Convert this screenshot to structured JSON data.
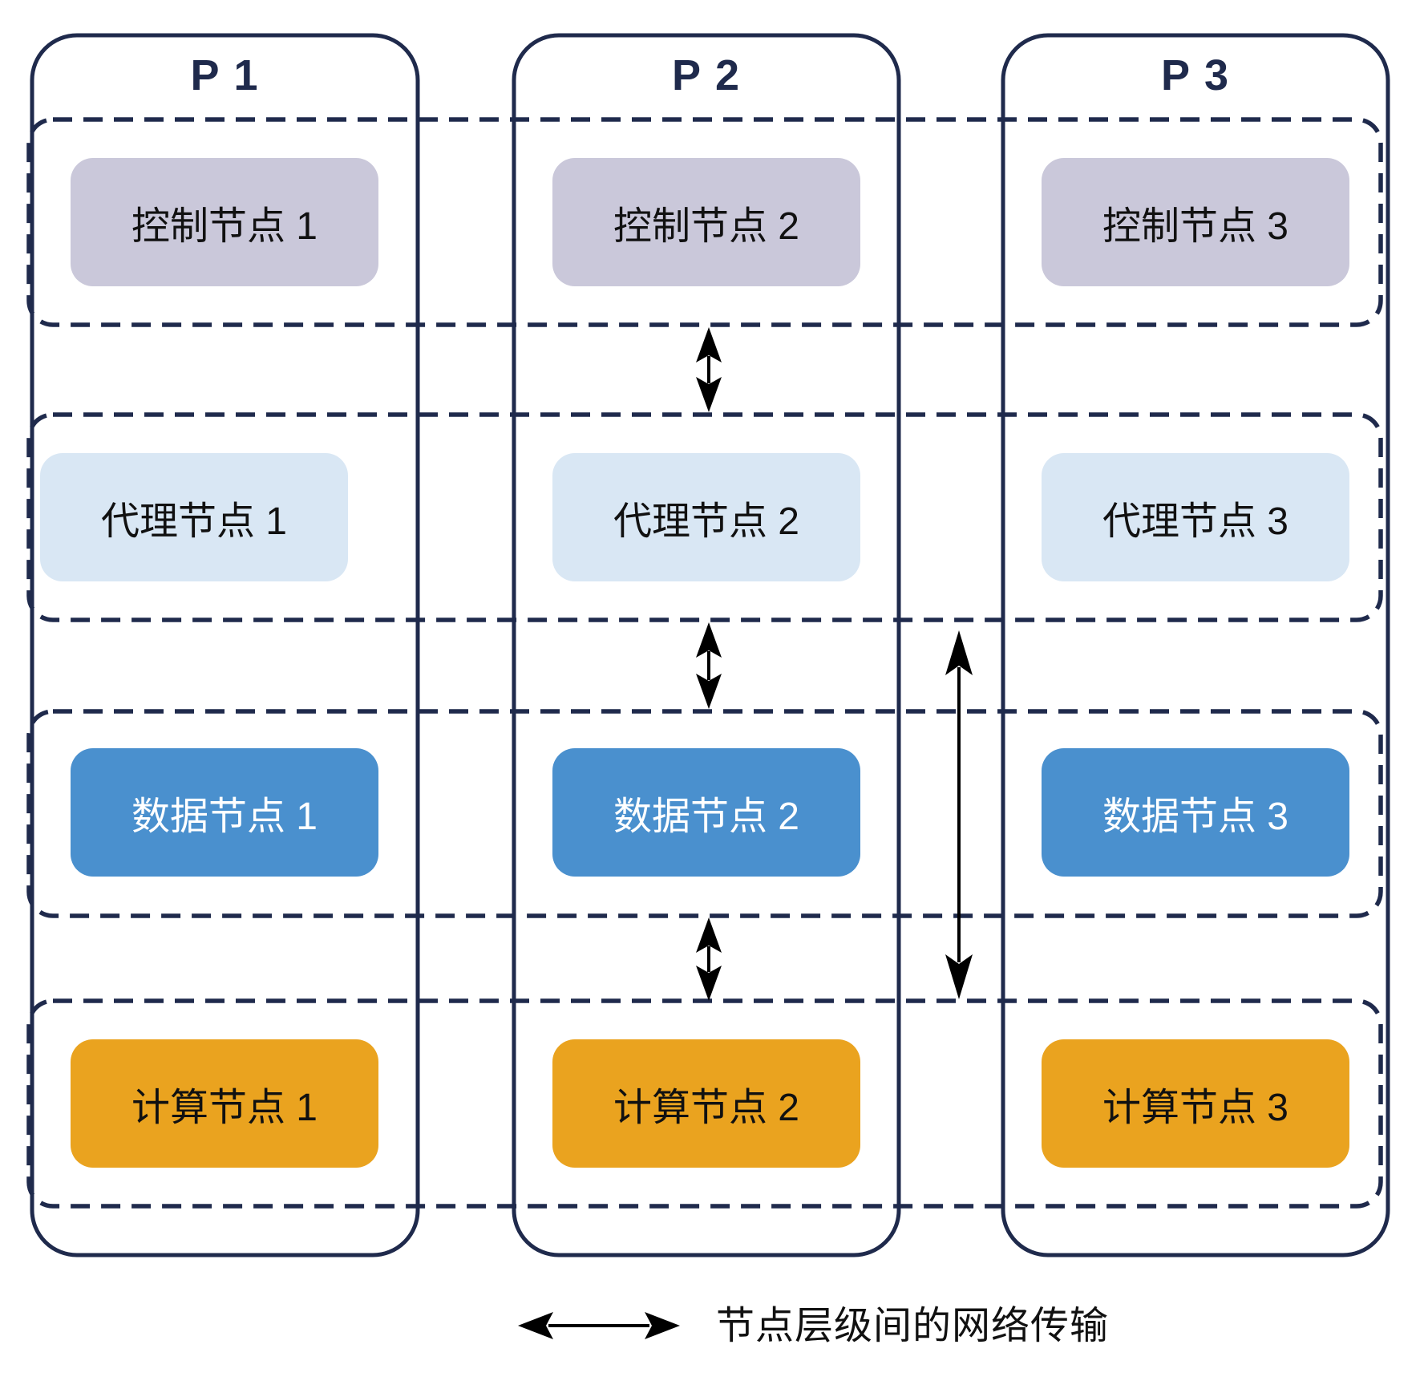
{
  "colors": {
    "navy": "#1f2a4c",
    "control_fill": "#cac8da",
    "agent_fill": "#d9e7f4",
    "data_fill": "#4a90ce",
    "compute_fill": "#eaa31f",
    "arrow": "#000000"
  },
  "columns": [
    {
      "title": "P 1",
      "control": "控制节点 1",
      "agent": "代理节点 1",
      "data": "数据节点 1",
      "compute": "计算节点 1"
    },
    {
      "title": "P 2",
      "control": "控制节点 2",
      "agent": "代理节点 2",
      "data": "数据节点 2",
      "compute": "计算节点 2"
    },
    {
      "title": "P 3",
      "control": "控制节点 3",
      "agent": "代理节点 3",
      "data": "数据节点 3",
      "compute": "计算节点 3"
    }
  ],
  "legend": {
    "label": "节点层级间的网络传输"
  }
}
